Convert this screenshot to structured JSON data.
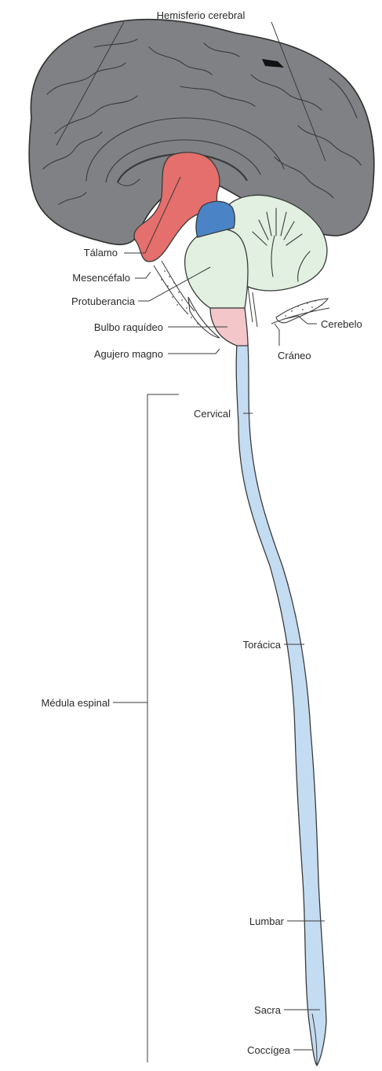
{
  "colors": {
    "cerebrum": "#7f8184",
    "cerebrum_outline": "#2f2f2f",
    "thalamus": "#e46f6c",
    "midbrain": "#4a84c7",
    "pons": "#e1f0e0",
    "cerebellum": "#e1f0e0",
    "medulla": "#f3c6c9",
    "spinal_cord": "#c4dcf2",
    "outline": "#3a3a3a"
  },
  "labels": {
    "hemisferio": "Hemisferio cerebral",
    "talamo": "Tálamo",
    "mesencefalo": "Mesencéfalo",
    "protuberancia": "Protuberancia",
    "bulbo": "Bulbo raquídeo",
    "agujero": "Agujero magno",
    "cerebelo": "Cerebelo",
    "craneo": "Cráneo",
    "cervical": "Cervical",
    "toracica": "Torácica",
    "medula": "Médula espinal",
    "lumbar": "Lumbar",
    "sacra": "Sacra",
    "coccigea": "Coccígea"
  }
}
